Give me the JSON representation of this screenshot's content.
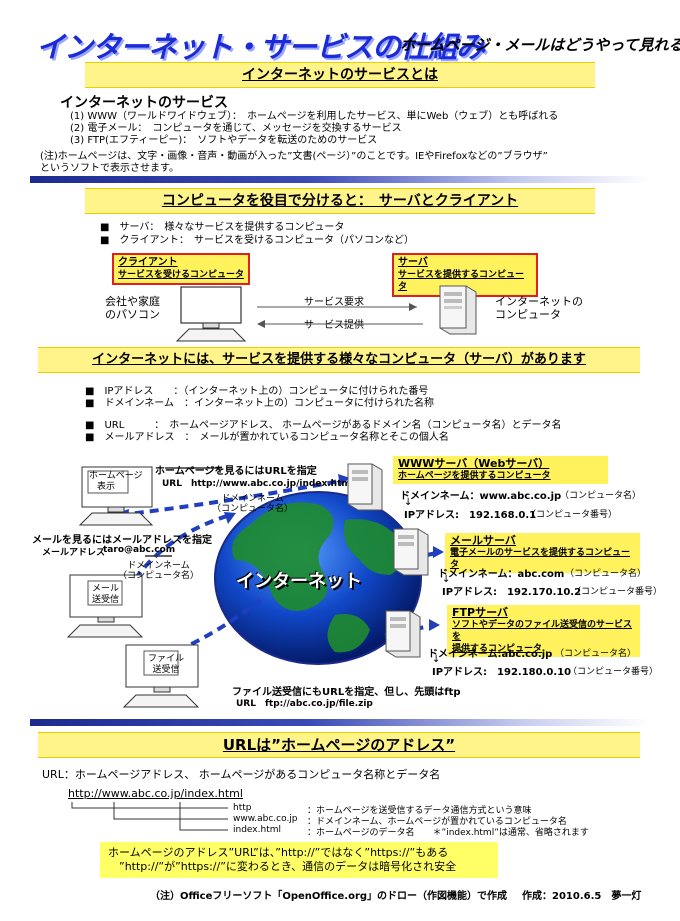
{
  "header": {
    "title": "インターネット・サービスの仕組み",
    "subtitle": "ホームページ・メールはどうやって見れるの？"
  },
  "sec1": {
    "band": "インターネットのサービスとは",
    "heading": "インターネットのサービス",
    "items": [
      "(1) WWW（ワールドワイドウェブ）：　ホームページを利用したサービス、単にWeb（ウェブ）とも呼ばれる",
      "(2) 電子メール：　コンピュータを通じて、メッセージを交換するサービス",
      "(3) FTP(エフティーピー)：　ソフトやデータを転送のためのサービス"
    ],
    "note1": "(注)ホームページは、文字・画像・音声・動画が入った”文書(ページ）”のことです。IEやFirefoxなどの”ブラウザ”",
    "note2": "というソフトで表示させます。"
  },
  "sec2": {
    "band": "コンピュータを役目で分けると：　サーバとクライアント",
    "bullet1": "■　サーバ：　様々なサービスを提供するコンピュータ",
    "bullet2": "■　クライアント：　サービスを受けるコンピュータ（パソコンなど）",
    "client_box_line1": "クライアント",
    "client_box_line2": "サービスを受けるコンピュータ",
    "server_box_line1": "サーバ",
    "server_box_line2": "サービスを提供するコンピュータ",
    "client_label_line1": "会社や家庭",
    "client_label_line2": "のパソコン",
    "arrow_request": "サービス要求",
    "arrow_provide": "サービス提供",
    "server_label_line1": "インターネットの",
    "server_label_line2": "コンピュータ"
  },
  "sec3": {
    "band": "インターネットには、サービスを提供する様々なコンピュータ（サーバ）があります",
    "defs": [
      "■　IPアドレス　　：（インターネット上の）コンピュータに付けられた番号",
      "■　ドメインネーム　：インターネット上の）コンピュータに付けられた名称",
      "■　URL　　　：　ホームページアドレス、 ホームページがあるドメイン名（コンピュータ名）とデータ名",
      "■　メールアドレス　：　メールが置かれているコンピュータ名称とそこの個人名"
    ],
    "globe_label": "インターネット",
    "pc_web_screen": [
      "ホームページ",
      "表示"
    ],
    "pc_mail_screen": [
      "メール",
      "送受信"
    ],
    "pc_ftp_screen": [
      "ファイル",
      "送受信"
    ],
    "web_caption": "ホームページを見るにはURLを指定",
    "web_url": "URL　http://www.abc.co.jp/index.html",
    "web_domain_note": [
      "ドメインネーム",
      "（コンピュータ名）"
    ],
    "mail_caption": "メールを見るにはメールアドレスを指定",
    "mail_addr_label": "メールアドレス",
    "mail_addr": "taro@abc.com",
    "mail_domain_note": [
      "ドメインネーム",
      "（コンピュータ名）"
    ],
    "ftp_caption": "ファイル送受信にもURLを指定、但し、先頭はftp",
    "ftp_url": "URL　ftp://abc.co.jp/file.zip",
    "www_server": {
      "title": "WWWサーバ（Webサーバ）",
      "desc": "ホームページを提供するコンピュータ",
      "domain": "ドメインネーム：www.abc.co.jp",
      "domain_note": "（コンピュータ名）",
      "arrow": "↓",
      "ip": "IPアドレス:　192.168.0.1",
      "ip_note": "（コンピュータ番号）"
    },
    "mail_server": {
      "title": "メールサーバ",
      "desc": "電子メールのサービスを提供するコンピュータ",
      "domain": "ドメインネーム：abc.com",
      "domain_note": "（コンピュータ名）",
      "arrow": "↓",
      "ip": "IPアドレス:　192.170.10.2",
      "ip_note": "（コンピュータ番号）"
    },
    "ftp_server": {
      "title": "FTPサーバ",
      "desc1": "ソフトやデータのファイル送受信のサービスを",
      "desc2": "提供するコンピュータ",
      "domain": "ドメインネーム:abc.co.jp",
      "domain_note": "（コンピュータ名）",
      "arrow": "↓",
      "ip": "IPアドレス:　192.180.0.10",
      "ip_note": "（コンピュータ番号）"
    }
  },
  "sec4": {
    "band": "URLは”ホームページのアドレス”",
    "intro": "URL：ホームページアドレス、 ホームページがあるコンピュータ名称とデータ名",
    "example": "http://www.abc.co.jp/index.html",
    "parts": [
      {
        "k": "http",
        "v": "：ホームページを送受信するデータ通信方式という意味"
      },
      {
        "k": "www.abc.co.jp",
        "v": "：ドメインネーム、ホームページが置かれているコンピュータ名"
      },
      {
        "k": "index.html",
        "v": "：ホームページのデータ名　　＊”index.html”は通常、省略されます"
      }
    ],
    "note1": "ホームページのアドレス”URL”は、”http://”ではなく”https://”もある",
    "note2": "　”http://”が”https://”に変わるとき、通信のデータは暗号化され安全"
  },
  "footer": {
    "left": "（注）Officeフリーソフト「OpenOffice.org」のドロー（作図機能）で作成",
    "right": "作成：2010.6.5　夢一灯"
  },
  "colors": {
    "title": "#1b2bd6",
    "band": "#fff48a",
    "arrow": "#1f3fbf",
    "highlight": "#fff25c"
  }
}
